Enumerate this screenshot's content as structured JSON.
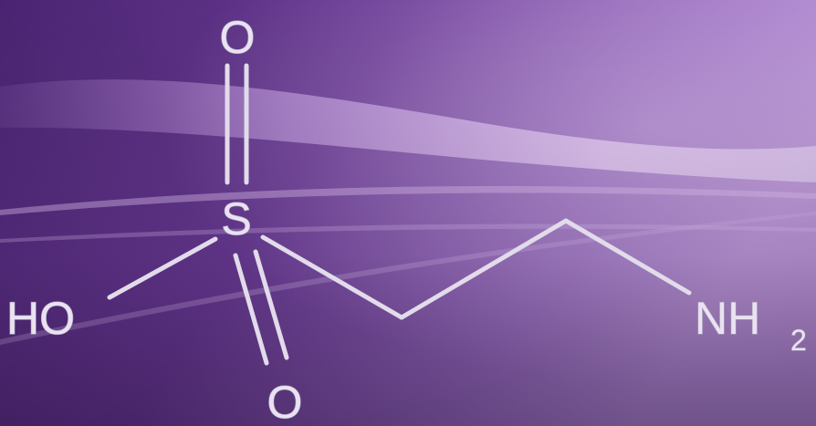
{
  "molecule": {
    "atoms": {
      "oxygen_top": "O",
      "sulfur": "S",
      "hydroxyl": "HO",
      "oxygen_bottom": "O",
      "amine": "NH",
      "amine_subscript": "2"
    }
  },
  "colors": {
    "background_dark": "#3a1b5e",
    "background_mid": "#6a3b95",
    "background_light": "#b58fd3",
    "streak": "#d7b4ef",
    "structure": "#e2dbea"
  }
}
